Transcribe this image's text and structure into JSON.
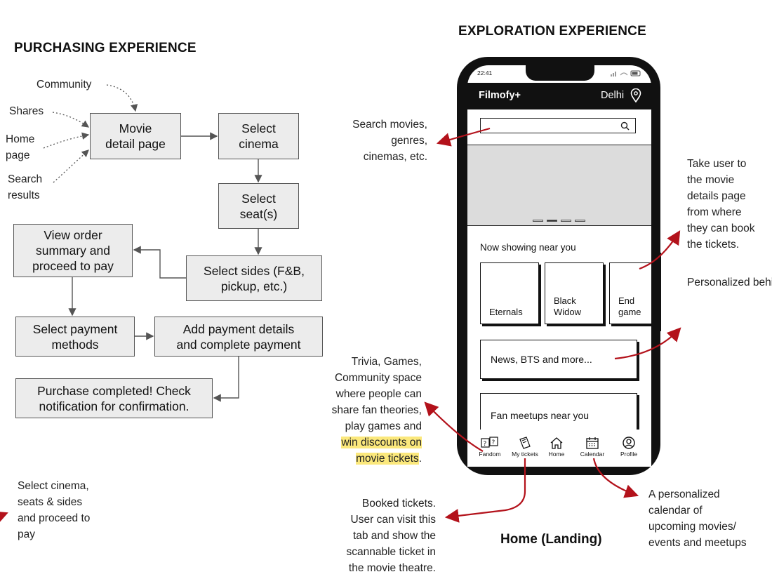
{
  "purchasing": {
    "heading": "PURCHASING EXPERIENCE",
    "sources": {
      "community": "Community",
      "shares": "Shares",
      "home_page": "Home\npage",
      "search_results": "Search\nresults"
    },
    "steps": {
      "movie_detail": "Movie\ndetail page",
      "select_cinema": "Select\ncinema",
      "select_seats": "Select\nseat(s)",
      "select_sides": "Select sides (F&B,\npickup, etc.)",
      "view_order": "View order\nsummary and\nproceed to pay",
      "select_payment": "Select payment\nmethods",
      "add_payment": "Add payment details\nand complete payment",
      "purchase_completed": "Purchase completed! Check\nnotification for confirmation."
    },
    "footnote": "Select cinema,\nseats & sides\nand proceed to\npay"
  },
  "exploration": {
    "heading": "EXPLORATION EXPERIENCE",
    "caption": "Home (Landing)",
    "phone": {
      "status_time": "22:41",
      "app_name": "Filmofy+",
      "city": "Delhi",
      "location_icon": "location-pin-icon",
      "search_icon": "search-icon",
      "now_showing_label": "Now showing near you",
      "movies": [
        {
          "title": "Eternals"
        },
        {
          "title": "Black\nWidow"
        },
        {
          "title": "End\ngame"
        }
      ],
      "news_label": "News, BTS and more...",
      "fan_meetups_label": "Fan meetups near you",
      "nav": [
        {
          "label": "Fandom",
          "icon": "fandom-icon"
        },
        {
          "label": "My tickets",
          "icon": "tickets-icon"
        },
        {
          "label": "Home",
          "icon": "home-icon"
        },
        {
          "label": "Calendar",
          "icon": "calendar-icon"
        },
        {
          "label": "Profile",
          "icon": "profile-icon"
        }
      ]
    },
    "annotations": {
      "search": "Search movies,\ngenres,\ncinemas, etc.",
      "movie_details": "Take user to\nthe movie\ndetails page\nfrom where\nthey can book\nthe tickets.",
      "news": "Personalized\nbehind the scen\ngossip and lates\nupdates from fil\ncategories and\nfranchises you\nfollow.",
      "fandom_plain": "Trivia, Games,\nCommunity space\nwhere people can\nshare fan theories,\nplay games and",
      "fandom_highlight_1": "win discounts on",
      "fandom_highlight_2": "movie tickets",
      "fandom_end": ".",
      "tickets": "Booked tickets.\nUser can visit this\ntab and show the\nscannable ticket in\nthe movie theatre.",
      "calendar": "A personalized\ncalendar of\nupcoming movies/\nevents and meetups"
    },
    "arrow_color": "#b3121b"
  }
}
